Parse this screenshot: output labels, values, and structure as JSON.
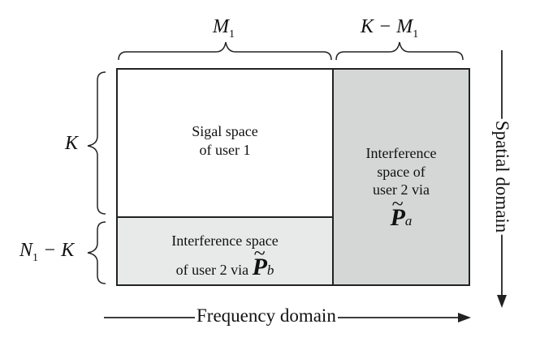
{
  "top_labels": {
    "left": {
      "main": "M",
      "sub": "1"
    },
    "right": {
      "main": "K − M",
      "sub": "1"
    }
  },
  "side_labels": {
    "upper": {
      "main": "K"
    },
    "lower": {
      "main": "N",
      "sub": "1",
      "rest": " − K"
    }
  },
  "blocks": {
    "signal": {
      "line1": "Sigal space",
      "line2": "of user 1"
    },
    "interference_b": {
      "line1": "Interference space",
      "line2": "of user 2 via",
      "symbol": "P",
      "subscript": "b"
    },
    "interference_a": {
      "line1": "Interference",
      "line2": "space of",
      "line3": "user 2 via",
      "symbol": "P",
      "subscript": "a"
    }
  },
  "axes": {
    "horizontal": "Frequency domain",
    "vertical": "Spatial domain"
  },
  "colors": {
    "signal_fill": "#ffffff",
    "interference_b_fill": "#e8eaea",
    "interference_a_fill": "#d4d7d6",
    "stroke": "#222222"
  }
}
